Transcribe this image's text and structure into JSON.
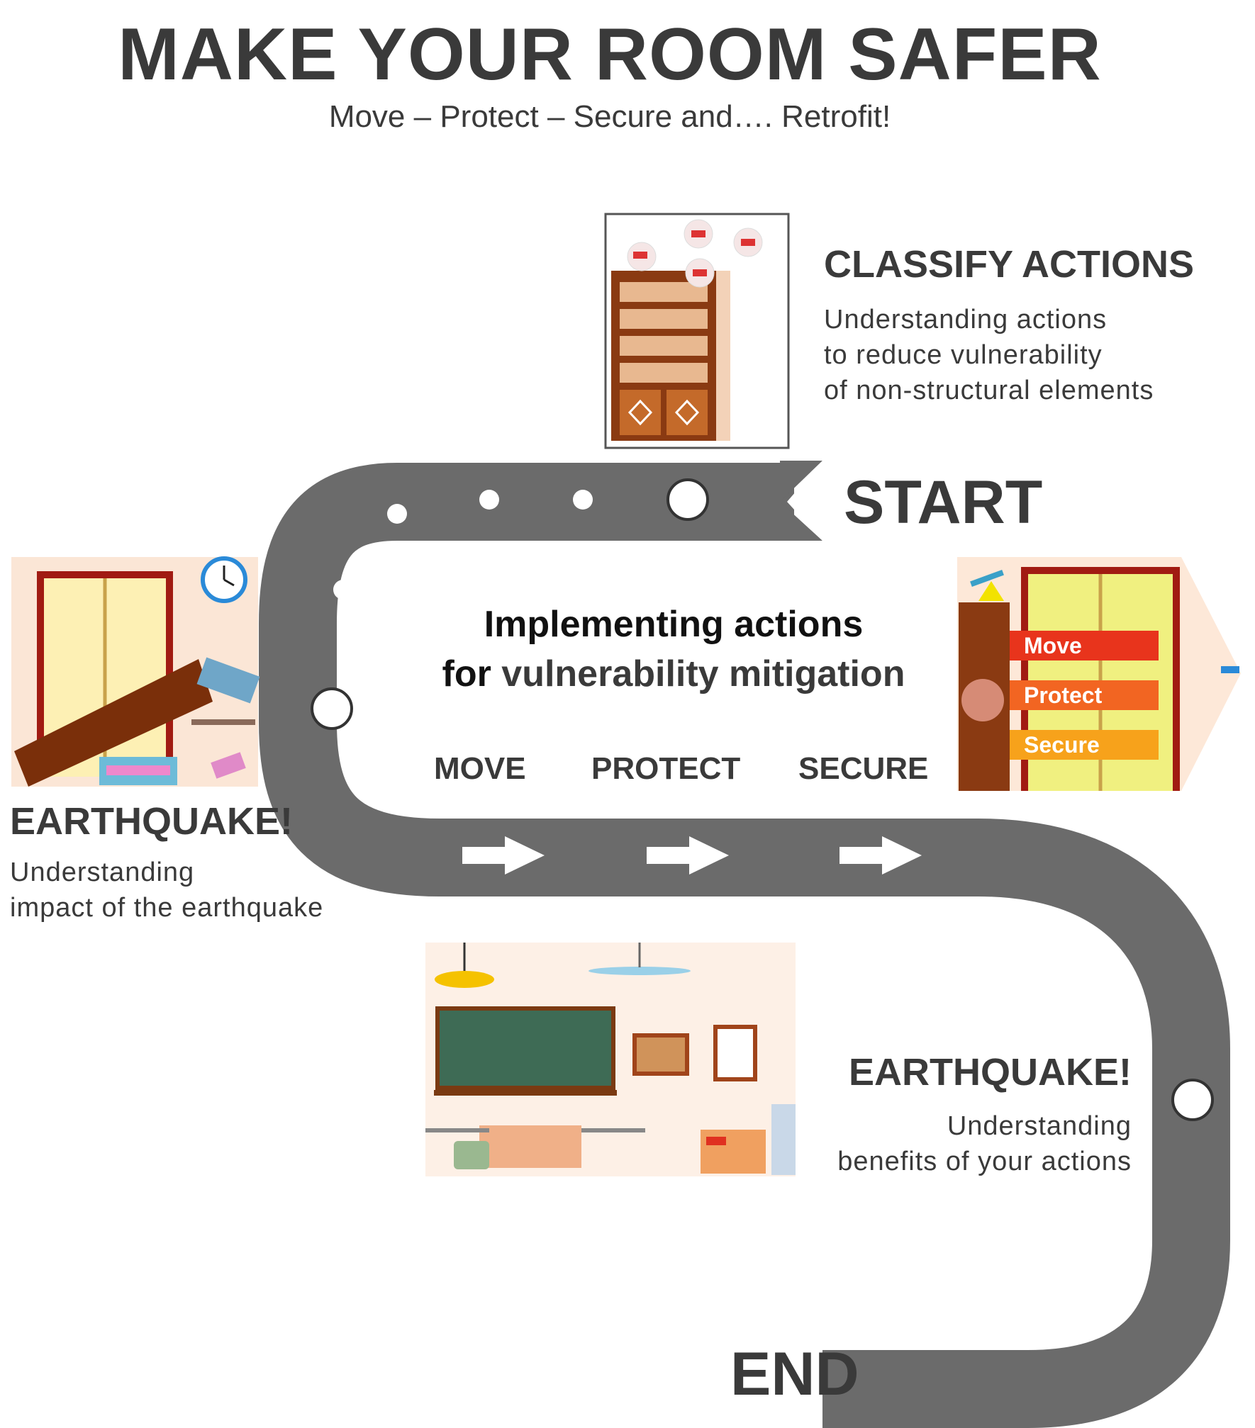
{
  "header": {
    "title": "MAKE YOUR ROOM SAFER",
    "subtitle": "Move – Protect – Secure and…. Retrofit!"
  },
  "classify": {
    "title": "CLASSIFY ACTIONS",
    "lines": [
      "Understanding actions",
      "to reduce vulnerability",
      "of non-structural elements"
    ]
  },
  "start_label": "START",
  "end_label": "END",
  "center": {
    "line1": "Implementing actions",
    "line2_prefix": "for ",
    "line2_highlight": "vulnerability mitigation"
  },
  "steps": [
    "MOVE",
    "PROTECT",
    "SECURE"
  ],
  "earthquake_left": {
    "title": "EARTHQUAKE!",
    "lines": [
      "Understanding",
      "impact of the earthquake"
    ]
  },
  "earthquake_right": {
    "title": "EARTHQUAKE!",
    "lines": [
      "Understanding",
      "benefits of your actions"
    ]
  },
  "tags": [
    "Move",
    "Protect",
    "Secure"
  ],
  "colors": {
    "road": "#6b6b6b",
    "text": "#3a3a3a",
    "tag_move": "#e8341c",
    "tag_protect": "#f26522",
    "tag_secure": "#f7a21b"
  }
}
